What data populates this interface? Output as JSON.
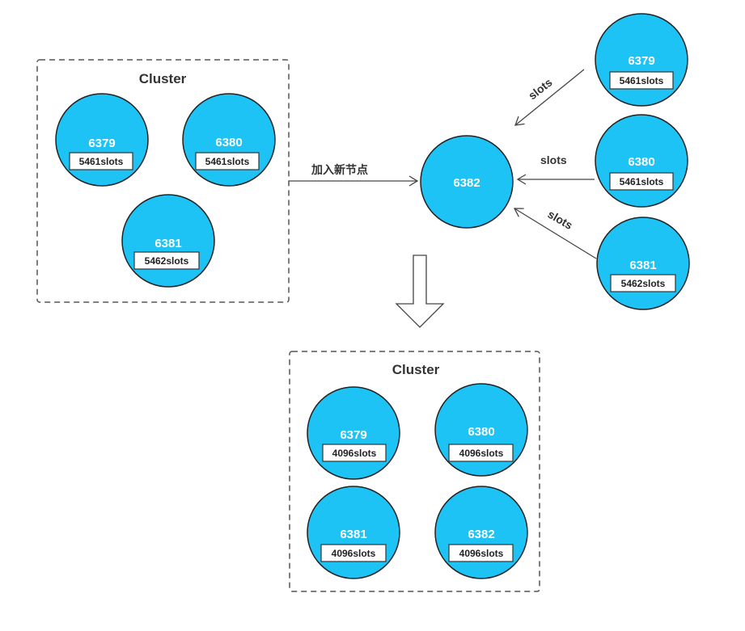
{
  "colors": {
    "node_fill": "#1ec3f5",
    "stroke": "#222222",
    "box_border": "#555555"
  },
  "top_cluster": {
    "title": "Cluster",
    "nodes": [
      {
        "port": "6379",
        "slots": "5461slots"
      },
      {
        "port": "6380",
        "slots": "5461slots"
      },
      {
        "port": "6381",
        "slots": "5462slots"
      }
    ]
  },
  "add_node_label": "加入新节点",
  "new_node": {
    "port": "6382"
  },
  "sources": [
    {
      "port": "6379",
      "slots": "5461slots",
      "arrow_label": "slots"
    },
    {
      "port": "6380",
      "slots": "5461slots",
      "arrow_label": "slots"
    },
    {
      "port": "6381",
      "slots": "5462slots",
      "arrow_label": "slots"
    }
  ],
  "bottom_cluster": {
    "title": "Cluster",
    "nodes": [
      {
        "port": "6379",
        "slots": "4096slots"
      },
      {
        "port": "6380",
        "slots": "4096slots"
      },
      {
        "port": "6381",
        "slots": "4096slots"
      },
      {
        "port": "6382",
        "slots": "4096slots"
      }
    ]
  }
}
